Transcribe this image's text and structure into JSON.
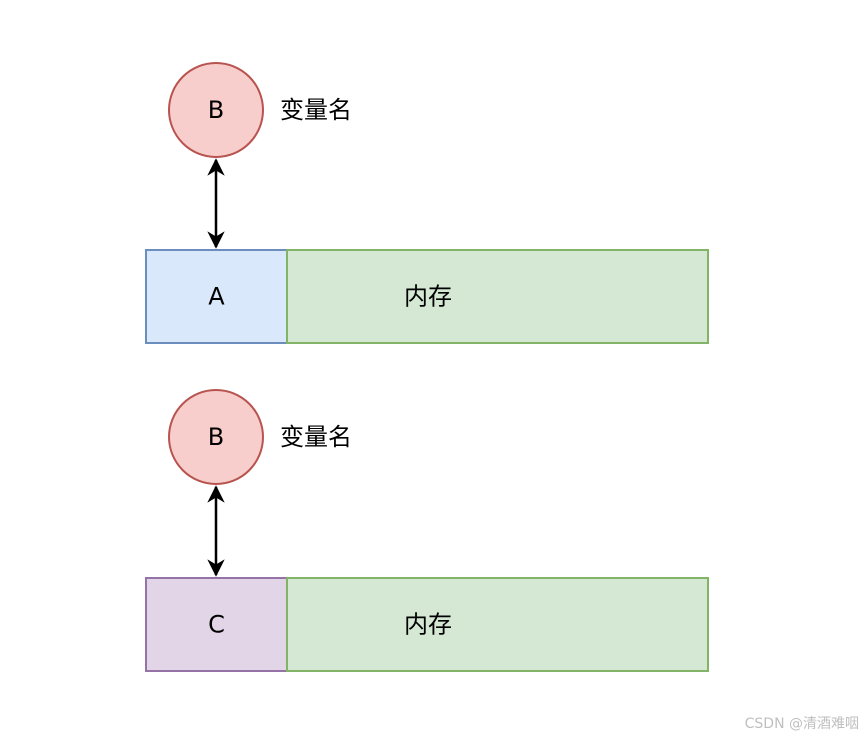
{
  "diagram": {
    "panels": [
      {
        "variable_circle": {
          "label": "B",
          "fill": "#f8cecc",
          "stroke": "#b85450"
        },
        "variable_caption": "变量名",
        "value_cell": {
          "label": "A",
          "fill": "#dae8fc",
          "stroke": "#6c8ebf"
        },
        "memory_block": {
          "label": "内存",
          "fill": "#d5e8d4",
          "stroke": "#82b366"
        }
      },
      {
        "variable_circle": {
          "label": "B",
          "fill": "#f8cecc",
          "stroke": "#b85450"
        },
        "variable_caption": "变量名",
        "value_cell": {
          "label": "C",
          "fill": "#e1d5e7",
          "stroke": "#9673a6"
        },
        "memory_block": {
          "label": "内存",
          "fill": "#d5e8d4",
          "stroke": "#82b366"
        }
      }
    ],
    "arrow_color": "#000000"
  },
  "watermark": "CSDN @清酒难咽"
}
